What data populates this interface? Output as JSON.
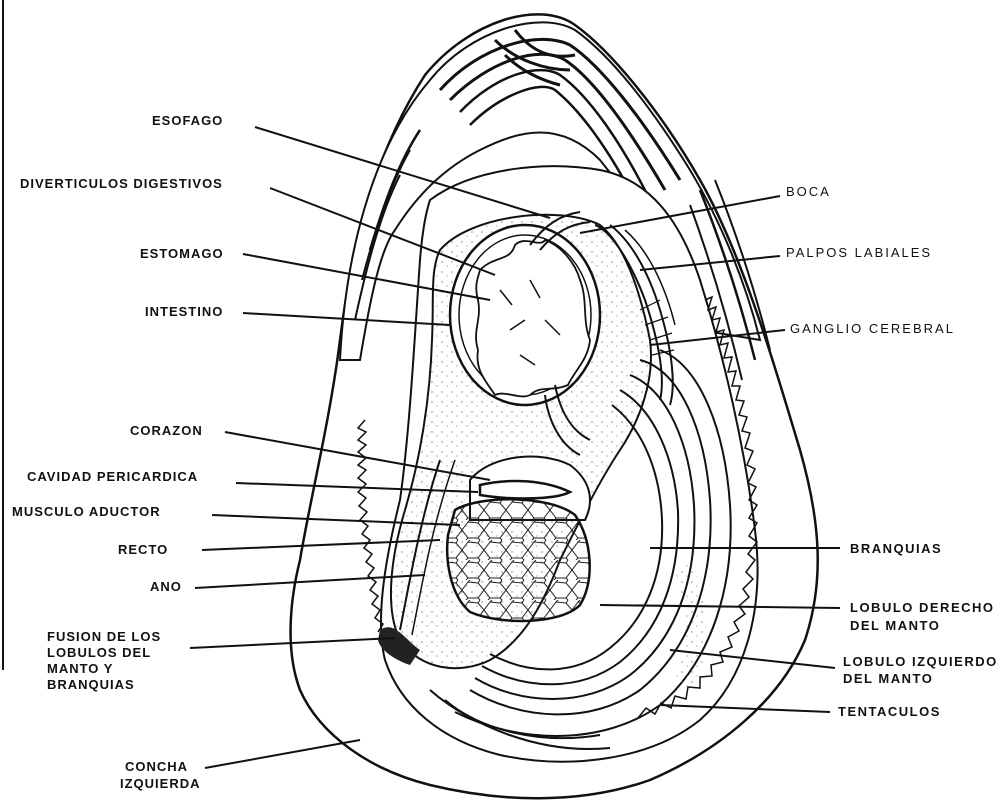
{
  "labels": {
    "esofago": "ESOFAGO",
    "diverticulos_digestivos": "DIVERTICULOS DIGESTIVOS",
    "estomago": "ESTOMAGO",
    "intestino": "INTESTINO",
    "corazon": "CORAZON",
    "cavidad_pericardica": "CAVIDAD PERICARDICA",
    "musculo_aductor": "MUSCULO ADUCTOR",
    "recto": "RECTO",
    "ano": "ANO",
    "fusion_line1": "FUSION DE LOS",
    "fusion_line2": "LOBULOS DEL",
    "fusion_line3": "MANTO Y",
    "fusion_line4": "BRANQUIAS",
    "concha_line1": "CONCHA",
    "concha_line2": "IZQUIERDA",
    "boca": "BOCA",
    "palpos_labiales": "PALPOS LABIALES",
    "ganglio_cerebral": "GANGLIO CEREBRAL",
    "branquias": "BRANQUIAS",
    "lobulo_derecho_line1": "LOBULO DERECHO",
    "lobulo_derecho_line2": "DEL MANTO",
    "lobulo_izquierdo_line1": "LOBULO IZQUIERDO",
    "lobulo_izquierdo_line2": "DEL MANTO",
    "tentaculos": "TENTACULOS"
  },
  "colors": {
    "ink": "#111111",
    "paper": "#ffffff",
    "stipple": "#555555"
  }
}
